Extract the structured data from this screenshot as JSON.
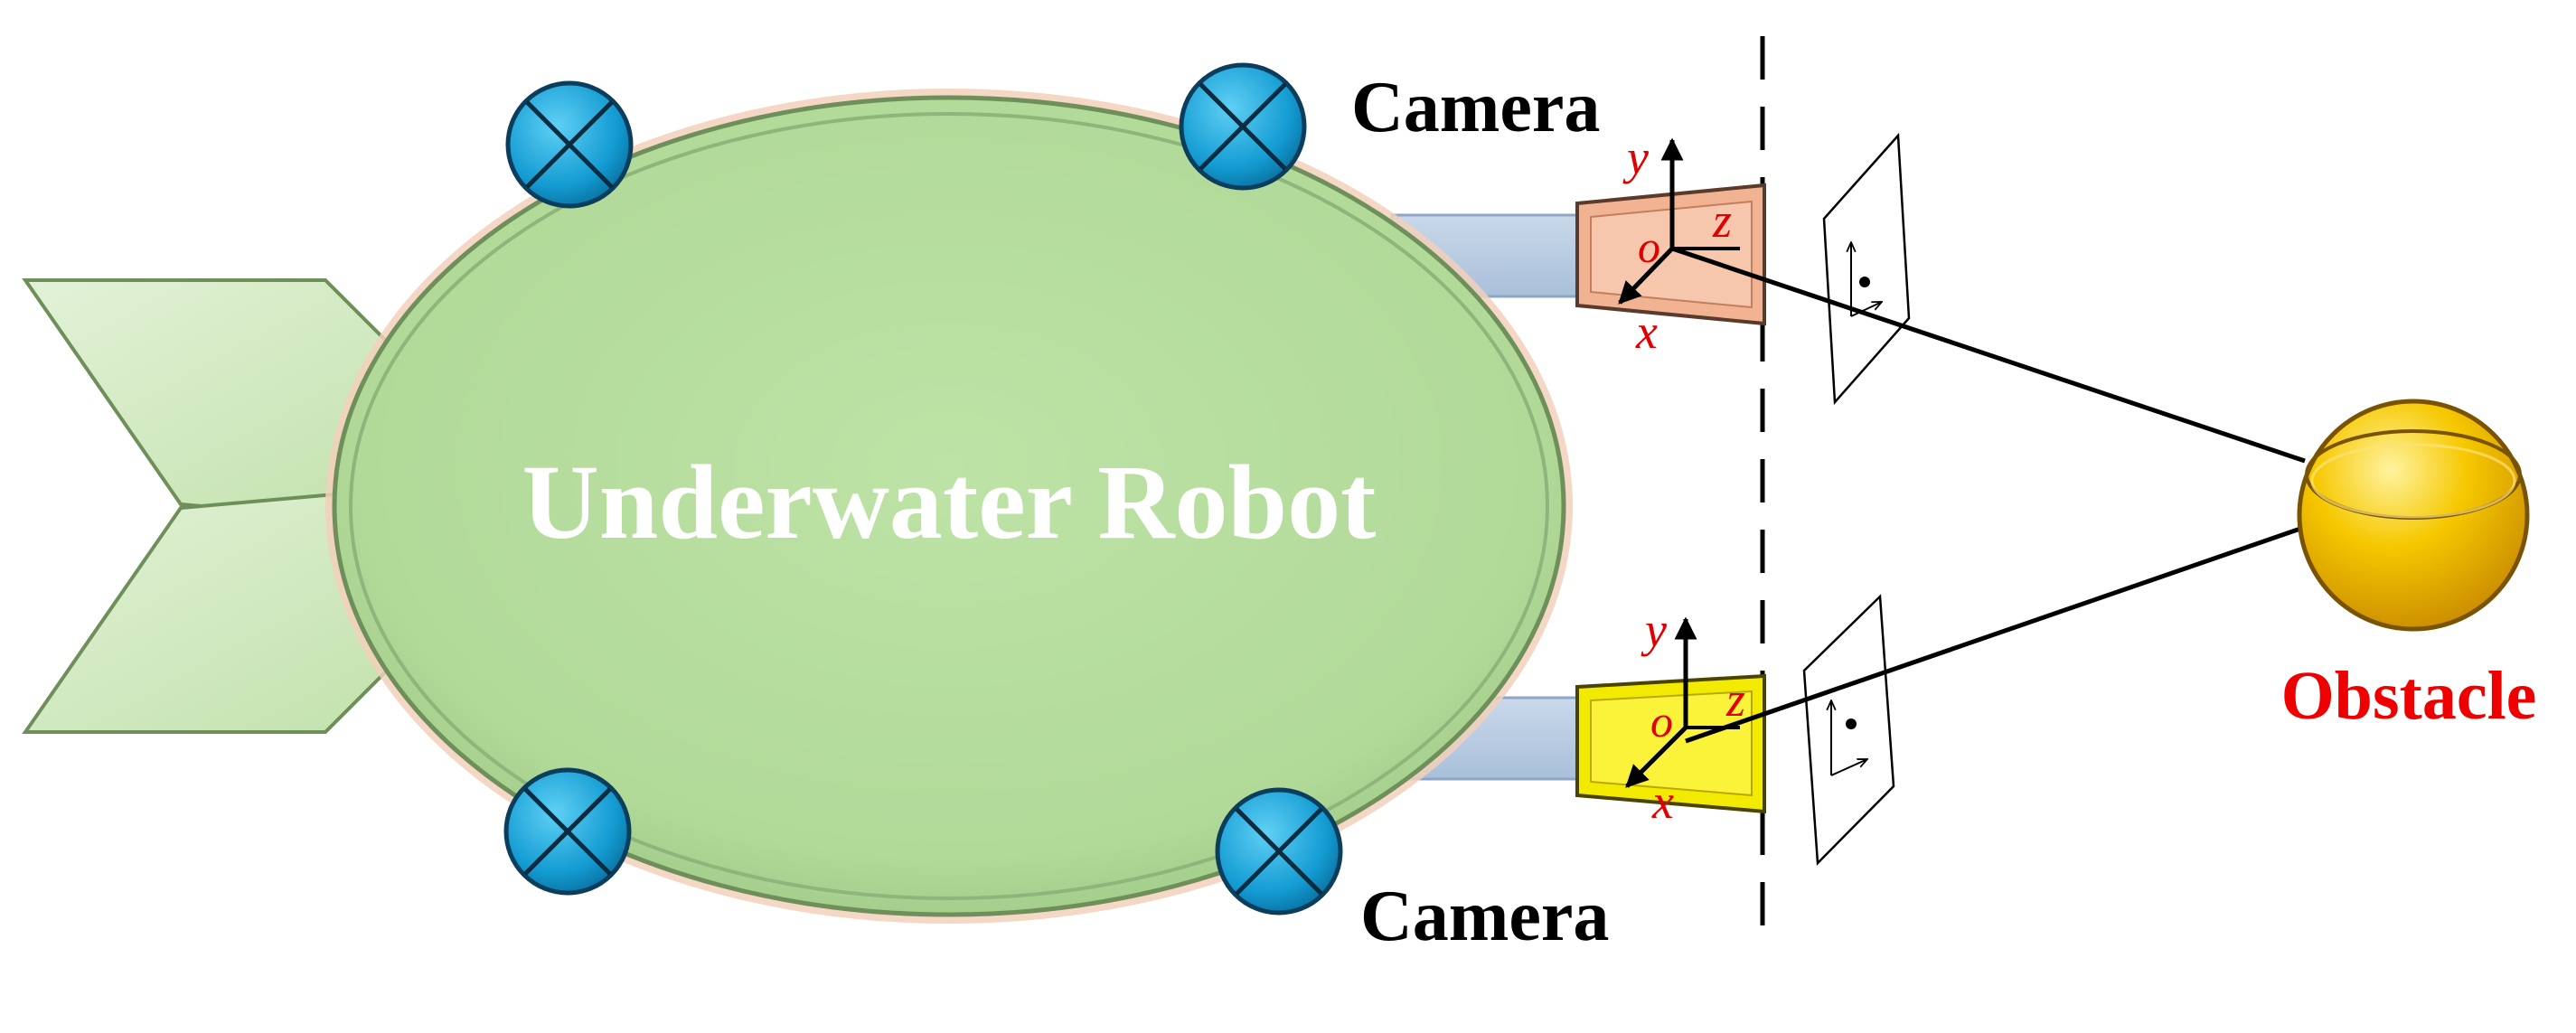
{
  "diagram": {
    "robot_label": "Underwater Robot",
    "obstacle_label": "Obstacle",
    "cameras": [
      {
        "label": "Camera",
        "axes": {
          "y": "y",
          "z": "z",
          "x": "x",
          "origin": "o"
        }
      },
      {
        "label": "Camera",
        "axes": {
          "y": "y",
          "z": "z",
          "x": "x",
          "origin": "o"
        }
      }
    ]
  },
  "colors": {
    "robot_body": "#b3db9b",
    "robot_outline": "#6f8f5a",
    "robot_halo": "#f0c8b0",
    "tail_fin": "#cfe8bc",
    "thruster": "#17a5d8",
    "mount": "#b8cde3",
    "camera_top": "#f3b99a",
    "camera_bottom": "#f6ee00",
    "obstacle": "#f3be00",
    "axis_label": "#e00000",
    "obstacle_label": "#ee0000"
  }
}
